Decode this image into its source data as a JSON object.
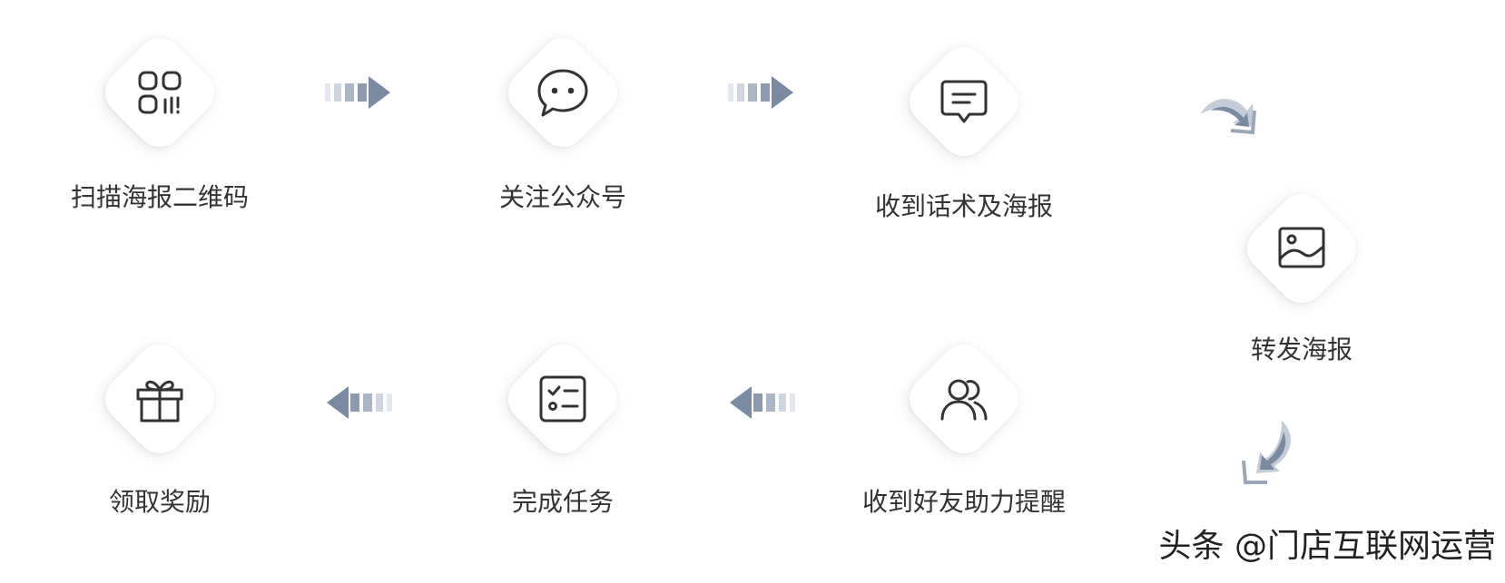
{
  "steps": {
    "scan": {
      "label": "扫描海报二维码",
      "icon": "qr-code-icon"
    },
    "follow": {
      "label": "关注公众号",
      "icon": "chat-bubble-icon"
    },
    "receive": {
      "label": "收到话术及海报",
      "icon": "message-icon"
    },
    "share": {
      "label": "转发海报",
      "icon": "image-icon"
    },
    "reminder": {
      "label": "收到好友助力提醒",
      "icon": "users-icon"
    },
    "complete": {
      "label": "完成任务",
      "icon": "checklist-icon"
    },
    "reward": {
      "label": "领取奖励",
      "icon": "gift-icon"
    }
  },
  "colors": {
    "icon": "#333333",
    "arrow_dark": "#7a8aa3",
    "arrow_light": "#cfd6e1",
    "text": "#333333"
  },
  "watermark": {
    "text": "头条 @门店互联网运营"
  }
}
